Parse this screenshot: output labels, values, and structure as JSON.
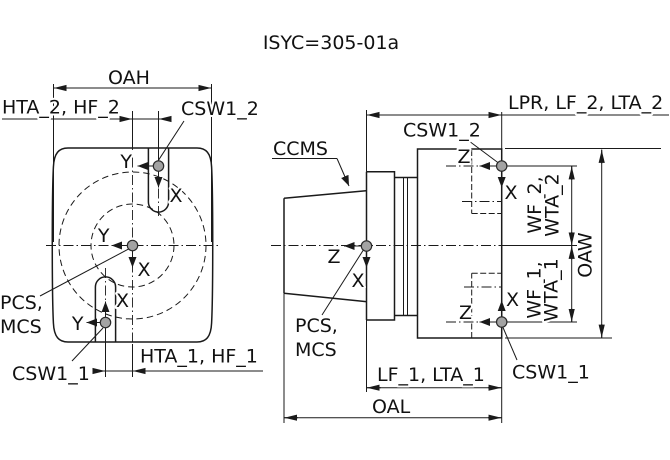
{
  "title": "ISYC=305-01a",
  "axis": {
    "x": "X",
    "y": "Y",
    "z": "Z"
  },
  "front_view": {
    "dim_oah": "OAH",
    "dim_hta2_hf2": "HTA_2, HF_2",
    "dim_hta1_hf1": "HTA_1, HF_1",
    "csw1_2": "CSW1_2",
    "csw1_1": "CSW1_1",
    "pcs_mcs_line1": "PCS,",
    "pcs_mcs_line2": "MCS"
  },
  "side_view": {
    "ccms": "CCMS",
    "csw1_2": "CSW1_2",
    "csw1_1": "CSW1_1",
    "pcs_mcs_line1": "PCS,",
    "pcs_mcs_line2": "MCS",
    "dim_lpr_lf2_lta2": "LPR, LF_2, LTA_2",
    "dim_lf1_lta1": "LF_1, LTA_1",
    "dim_oal": "OAL",
    "dim_wf2_line1": "WF_2,",
    "dim_wf2_line2": "WTA_2",
    "dim_wf1_line1": "WF_1,",
    "dim_wf1_line2": "WTA_1",
    "dim_oaw": "OAW"
  },
  "colors": {
    "line": "#1a1a1a",
    "point_fill": "#a3a3a3",
    "background": "#ffffff"
  }
}
